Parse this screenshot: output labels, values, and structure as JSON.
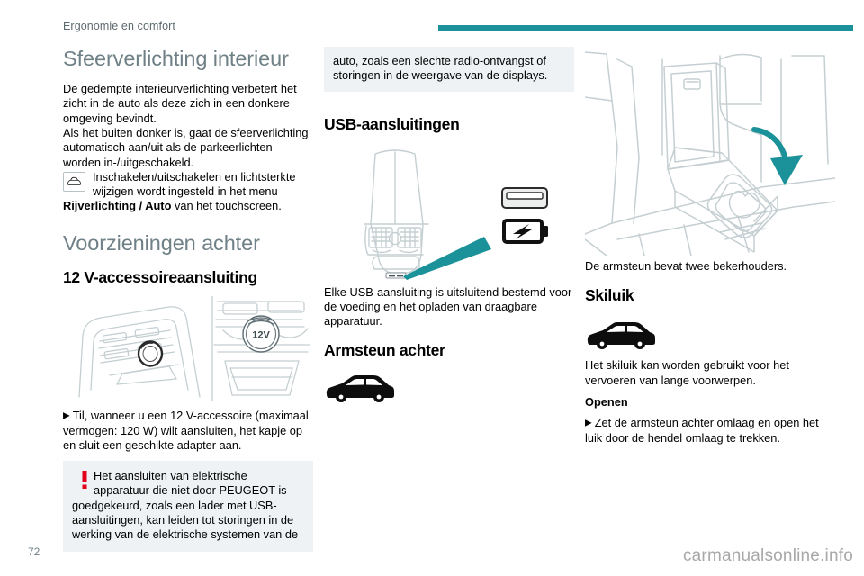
{
  "header": {
    "running_head": "Ergonomie en comfort",
    "rule_color": "#1b9299"
  },
  "footer": {
    "page_number": "72",
    "watermark": "carmanualsonline.info"
  },
  "column_left": {
    "title": "Sfeerverlichting interieur",
    "para_1": "De gedempte interieurverlichting verbetert het zicht in de auto als deze zich in een donkere omgeving bevindt.",
    "para_2": "Als het buiten donker is, gaat de sfeerverlichting automatisch aan/uit als de parkeerlichten worden in-/uitgeschakeld.",
    "icon_note_text": "Inschakelen/uitschakelen en lichtsterkte wijzigen wordt ingesteld in het menu ",
    "icon_note_bold": "Rijverlichting / Auto",
    "icon_note_tail": " van het touchscreen.",
    "section_title": "Voorzieningen achter",
    "subsection_title": "12 V-accessoireaansluiting",
    "figure_socket_label": "12V",
    "instruction": "Til, wanneer u een 12 V-accessoire (maximaal vermogen: 120 W) wilt aansluiten, het kapje op en sluit een geschikte adapter aan.",
    "warning_text": "Het aansluiten van elektrische apparatuur die niet door PEUGEOT is goedgekeurd, zoals een lader met USB-aansluitingen, kan leiden tot storingen in de werking van de elektrische systemen van de"
  },
  "column_middle": {
    "warning_continued": "auto, zoals een slechte radio-ontvangst of storingen in de weergave van de displays.",
    "usb_title": "USB-aansluitingen",
    "usb_para": "Elke USB-aansluiting is uitsluitend bestemd voor de voeding en het opladen van draagbare apparatuur.",
    "armrest_title": "Armsteun achter"
  },
  "column_right": {
    "armrest_para": "De armsteun bevat twee bekerhouders.",
    "skihatch_title": "Skiluik",
    "skihatch_para": "Het skiluik kan worden gebruikt voor het vervoeren van lange voorwerpen.",
    "open_label": "Openen",
    "open_instruction": "Zet de armsteun achter omlaag en open het luik door de hendel omlaag te trekken."
  },
  "glyphs": {
    "bullet_arrow": "▶",
    "warning_mark": "!"
  },
  "colors": {
    "teal": "#1b9299",
    "heading_gray": "#6f8086",
    "panel_gray": "#eef2f4",
    "line_gray": "#c9d2d6",
    "warning_red": "#e3001b"
  }
}
